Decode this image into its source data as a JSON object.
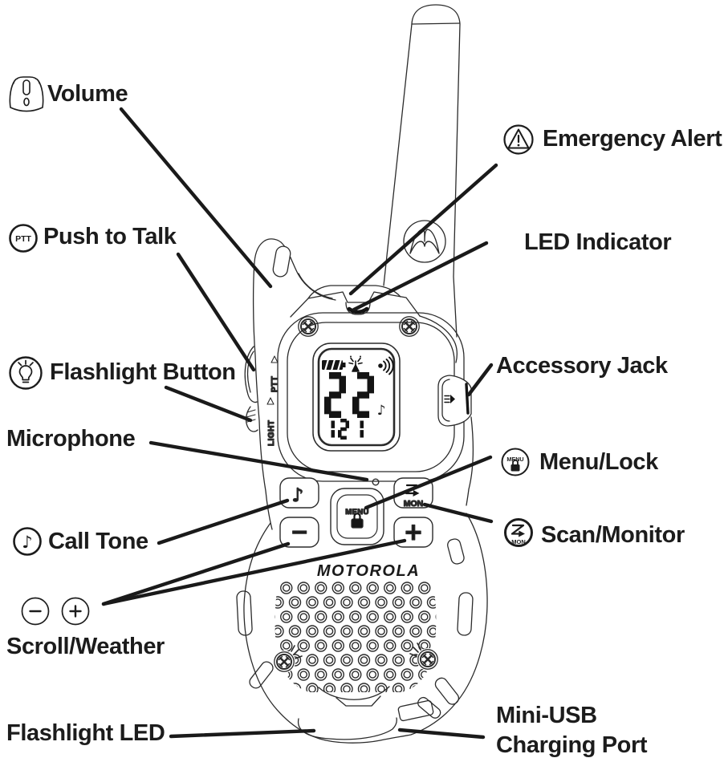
{
  "figure": {
    "description": "Two-way radio parts diagram",
    "colors": {
      "ink": "#1a1a1a",
      "outline": "#2b2b2b",
      "background": "#ffffff"
    }
  },
  "labels": {
    "volume": "Volume",
    "push_to_talk": "Push to Talk",
    "flashlight_button": "Flashlight Button",
    "microphone": "Microphone",
    "call_tone": "Call Tone",
    "scroll_weather": "Scroll/Weather",
    "flashlight_led": "Flashlight LED",
    "emergency_alert": "Emergency Alert",
    "led_indicator": "LED Indicator",
    "accessory_jack": "Accessory Jack",
    "menu_lock": "Menu/Lock",
    "scan_monitor": "Scan/Monitor",
    "mini_usb_line1": "Mini-USB",
    "mini_usb_line2": "Charging Port"
  },
  "icons": {
    "ptt_icon_text": "PTT",
    "menu_icon_text": "MENU",
    "scan_icon_text": "MON",
    "call_tone_glyph": "♪",
    "minus_glyph": "−",
    "plus_glyph": "+"
  },
  "device": {
    "brand_logo": "MOTOROLA",
    "side_labels": {
      "ptt": "PTT",
      "light": "LIGHT"
    },
    "keypad": {
      "menu": "MENU",
      "mon": "MON",
      "minus": "−",
      "plus": "+",
      "call_tone_glyph": "♪"
    },
    "screen": {
      "channel": "22",
      "code": "121",
      "note_glyph": "♪"
    }
  }
}
